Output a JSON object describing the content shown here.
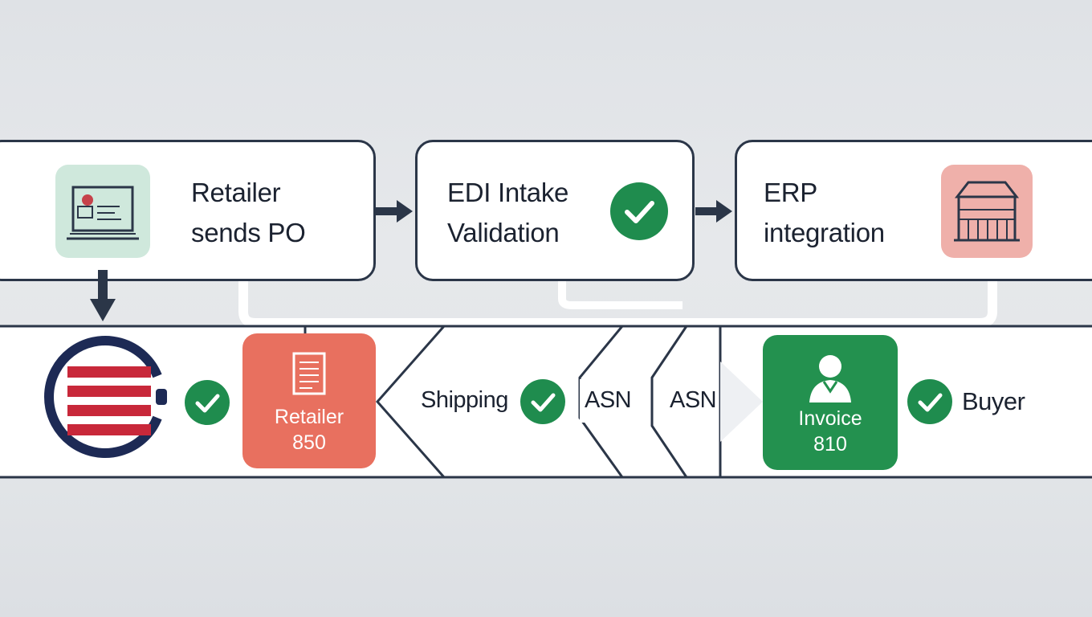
{
  "steps": [
    {
      "line1": "Retailer",
      "line2": "sends PO"
    },
    {
      "line1": "EDI Intake",
      "line2": "Validation"
    },
    {
      "line1": "ERP",
      "line2": "integration"
    }
  ],
  "bottom": {
    "retailer_tile": {
      "line1": "Retailer",
      "line2": "850"
    },
    "shipping_label": "Shipping",
    "asn_left": "ASN",
    "asn_right": "ASN",
    "invoice_tile": {
      "line1": "Invoice",
      "line2": "810"
    },
    "buyer_label": "Buyer"
  },
  "colors": {
    "border": "#2b3648",
    "check": "#1f8c4e",
    "retailer_tile": "#e8705f",
    "invoice_tile": "#23914f",
    "po_icon_bg": "#cfe8dc",
    "erp_icon_bg": "#efb0aa",
    "logo_navy": "#1d2a55",
    "logo_red": "#c8283a"
  },
  "icons": [
    "document-laptop-icon",
    "warehouse-icon",
    "stripe-logo-icon",
    "document-icon",
    "person-icon",
    "check-icon",
    "arrow-right-icon",
    "arrow-down-icon"
  ]
}
